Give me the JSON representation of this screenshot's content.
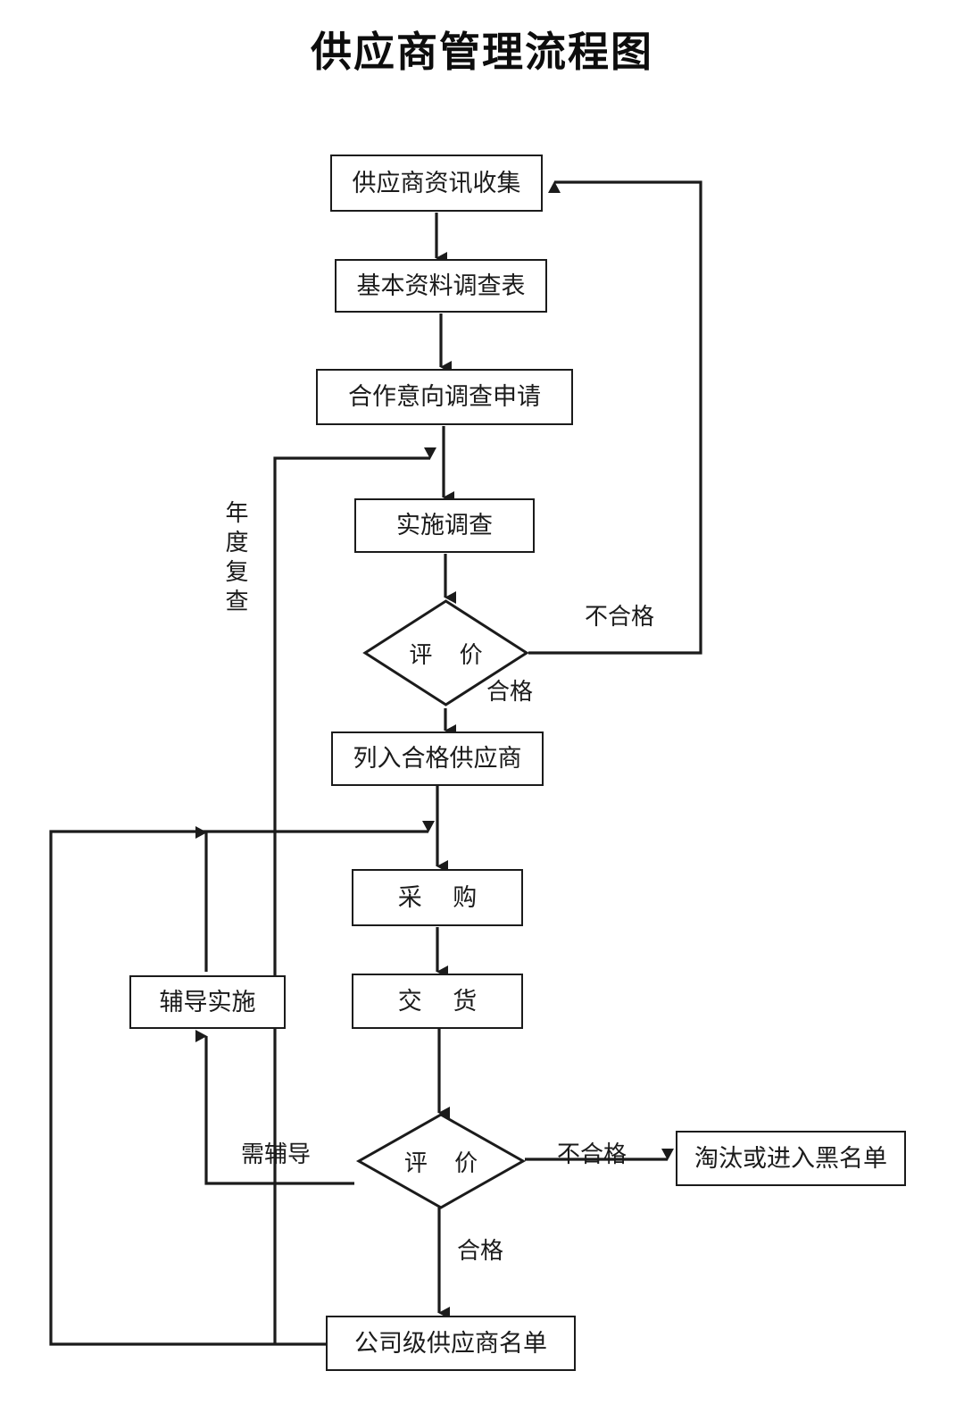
{
  "document": {
    "title": "供应商管理流程图",
    "type": "flowchart",
    "orientation": "top-to-bottom",
    "colors": {
      "background": "#ffffff",
      "stroke": "#1b1b1b",
      "text": "#1b1b1b"
    }
  },
  "nodes": [
    {
      "id": "n1",
      "shape": "rect",
      "label": "供应商资讯收集"
    },
    {
      "id": "n2",
      "shape": "rect",
      "label": "基本资料调查表"
    },
    {
      "id": "n3",
      "shape": "rect",
      "label": "合作意向调查申请"
    },
    {
      "id": "n4",
      "shape": "rect",
      "label": "实施调查"
    },
    {
      "id": "d1",
      "shape": "diamond",
      "label": "评 价"
    },
    {
      "id": "n5",
      "shape": "rect",
      "label": "列入合格供应商"
    },
    {
      "id": "n6",
      "shape": "rect",
      "label": "采 购"
    },
    {
      "id": "n7",
      "shape": "rect",
      "label": "交 货"
    },
    {
      "id": "n8",
      "shape": "rect",
      "label": "辅导实施"
    },
    {
      "id": "d2",
      "shape": "diamond",
      "label": "评 价"
    },
    {
      "id": "n9",
      "shape": "rect",
      "label": "淘汰或进入黑名单"
    },
    {
      "id": "n10",
      "shape": "rect",
      "label": "公司级供应商名单"
    }
  ],
  "edge_labels": {
    "annual_review": "年度复查",
    "fail_top": "不合格",
    "pass_top": "合格",
    "need_coaching": "需辅导",
    "fail_bottom": "不合格",
    "pass_bottom": "合格"
  },
  "edges": [
    {
      "from": "n1",
      "to": "n2",
      "label": ""
    },
    {
      "from": "n2",
      "to": "n3",
      "label": ""
    },
    {
      "from": "n3",
      "to": "n4",
      "label": ""
    },
    {
      "from": "n4",
      "to": "d1",
      "label": ""
    },
    {
      "from": "d1",
      "to": "n1",
      "label": "不合格"
    },
    {
      "from": "d1",
      "to": "n5",
      "label": "合格"
    },
    {
      "from": "n5",
      "to": "n6",
      "label": ""
    },
    {
      "from": "n6",
      "to": "n7",
      "label": ""
    },
    {
      "from": "n7",
      "to": "d2",
      "label": ""
    },
    {
      "from": "d2",
      "to": "n8",
      "label": "需辅导"
    },
    {
      "from": "d2",
      "to": "n9",
      "label": "不合格"
    },
    {
      "from": "d2",
      "to": "n10",
      "label": "合格"
    },
    {
      "from": "n8",
      "to": "n6",
      "label": ""
    },
    {
      "from": "n10",
      "to": "n6",
      "label": ""
    },
    {
      "from": "n10",
      "to": "n4",
      "label": "年度复查"
    }
  ]
}
